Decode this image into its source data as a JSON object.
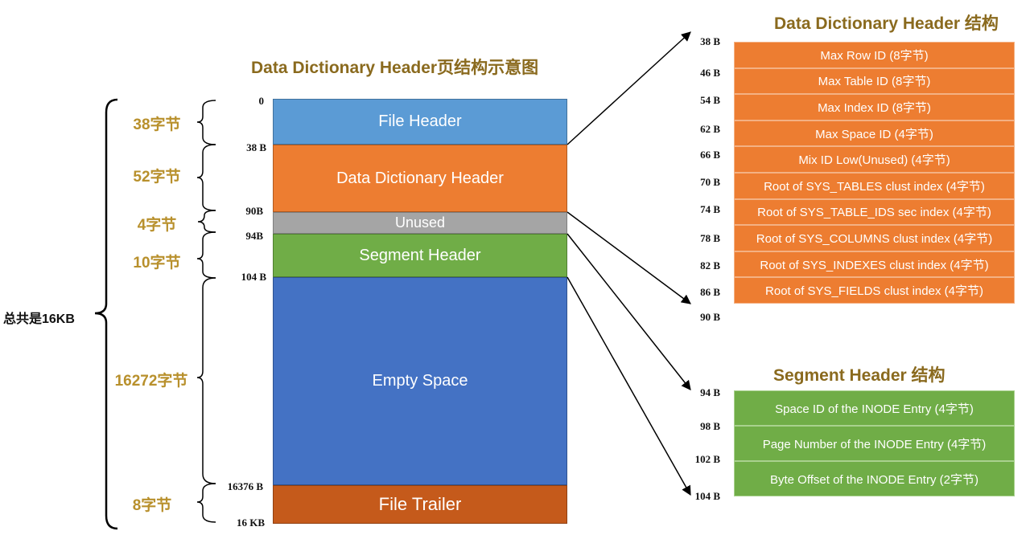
{
  "page_title": "Data Dictionary Header页结构示意图",
  "total_label": "总共是16KB",
  "colors": {
    "file_header": "#5b9bd5",
    "dd_header": "#ed7d31",
    "unused": "#a5a5a5",
    "segment_header": "#70ad47",
    "empty_space": "#4472c4",
    "file_trailer": "#c55a1b",
    "label_gold": "#b8902c",
    "title_brown": "#8a6a1e"
  },
  "page_blocks": [
    {
      "label": "File Header",
      "size": "38字节"
    },
    {
      "label": "Data Dictionary Header",
      "size": "52字节"
    },
    {
      "label": "Unused",
      "size": "4字节"
    },
    {
      "label": "Segment Header",
      "size": "10字节"
    },
    {
      "label": "Empty Space",
      "size": "16272字节"
    },
    {
      "label": "File Trailer",
      "size": "8字节"
    }
  ],
  "page_offsets": [
    "0",
    "38 B",
    "90B",
    "94B",
    "104 B",
    "16376 B",
    "16 KB"
  ],
  "dd_header": {
    "title": "Data Dictionary Header 结构",
    "offsets": [
      "38 B",
      "46 B",
      "54 B",
      "62 B",
      "66 B",
      "70 B",
      "74 B",
      "78 B",
      "82 B",
      "86 B",
      "90 B"
    ],
    "fields": [
      "Max Row ID (8字节)",
      "Max Table ID (8字节)",
      "Max Index ID (8字节)",
      "Max Space ID (4字节)",
      "Mix ID Low(Unused) (4字节)",
      "Root of SYS_TABLES clust index (4字节)",
      "Root of SYS_TABLE_IDS sec index (4字节)",
      "Root of SYS_COLUMNS clust index (4字节)",
      "Root of SYS_INDEXES clust index (4字节)",
      "Root of SYS_FIELDS clust index (4字节)"
    ]
  },
  "segment_header": {
    "title": "Segment Header 结构",
    "offsets": [
      "94 B",
      "98 B",
      "102 B",
      "104 B"
    ],
    "fields": [
      "Space ID of the INODE Entry (4字节)",
      "Page Number of the INODE Entry (4字节)",
      "Byte Offset of the INODE Entry (2字节)"
    ]
  }
}
